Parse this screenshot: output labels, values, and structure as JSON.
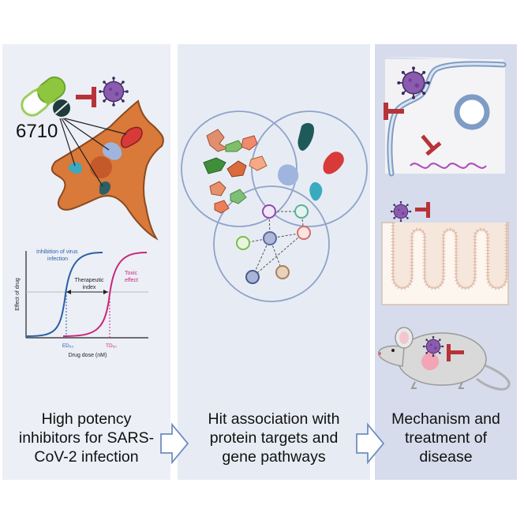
{
  "panels": [
    {
      "caption": "High potency\ninhibitors for SARS-\nCoV-2 infection"
    },
    {
      "caption": "Hit association with\nprotein targets and\ngene pathways"
    },
    {
      "caption": "Mechanism and\ntreatment of\ndisease"
    }
  ],
  "compound_label": "6710",
  "dose_chart": {
    "ylabel": "Effect of drug",
    "xlabel": "Drug dose (nM)",
    "curve1_label_line1": "Inhibition of virus",
    "curve1_label_line2": "infection",
    "curve2_label_line1": "Toxic",
    "curve2_label_line2": "effect",
    "index_label_line1": "Therapeutic",
    "index_label_line2": "index",
    "ed_label": "ED₅₀",
    "td_label": "TD₅₀"
  },
  "colors": {
    "virus": "#8b5bb0",
    "inhibitor": "#c0392b",
    "cell": "#d9793a",
    "curve_virus": "#2a5fa8",
    "curve_toxic": "#c8287a"
  }
}
